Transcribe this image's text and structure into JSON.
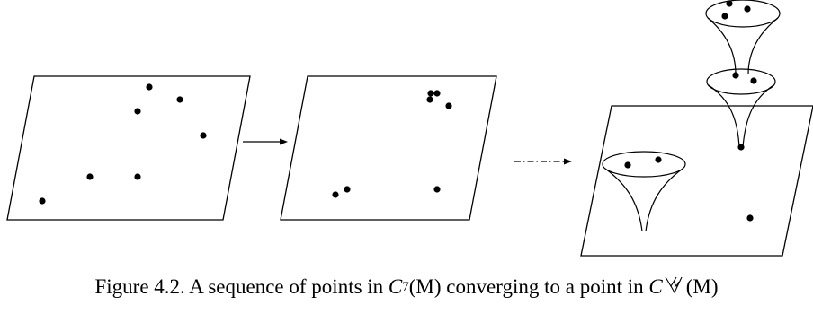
{
  "caption": {
    "prefix": "Figure 4.2. A sequence of points in",
    "space_symbol": "C",
    "space_index": "7",
    "space_arg": "(M)",
    "middle": "converging to a point in",
    "target_symbol": "C",
    "target_arg": "(M)"
  },
  "figure": {
    "panels": 3,
    "points_per_configuration": 7,
    "solid_arrow_label": "",
    "dashed_arrow_label": ""
  }
}
